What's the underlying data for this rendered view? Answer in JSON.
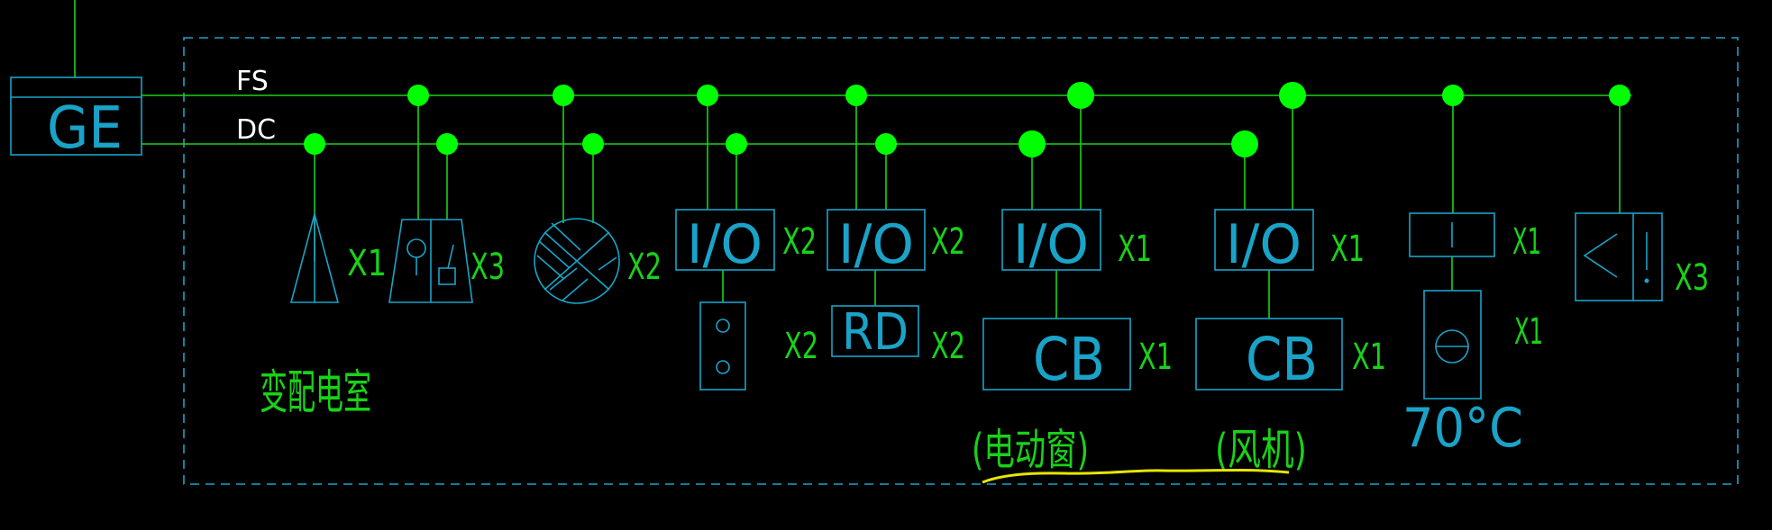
{
  "bus": {
    "fs_label": "FS",
    "dc_label": "DC"
  },
  "panel_label": "GE",
  "room_label": "变配电室",
  "devices": {
    "horn": {
      "count": "X1"
    },
    "manual_alarm": {
      "count": "X3"
    },
    "smoke_detector": {
      "count": "X2"
    },
    "io_module_1": {
      "label": "I/O",
      "count": "X2"
    },
    "button_box": {
      "count": "X2"
    },
    "io_module_2": {
      "label": "I/O",
      "count": "X2"
    },
    "rd_box": {
      "label": "RD",
      "count": "X2"
    },
    "io_module_3": {
      "label": "I/O",
      "count": "X1"
    },
    "cb_box_1": {
      "label": "CB",
      "count": "X1",
      "note": "(电动窗)"
    },
    "io_module_4": {
      "label": "I/O",
      "count": "X1"
    },
    "cb_box_2": {
      "label": "CB",
      "count": "X1",
      "note": "(风机)"
    },
    "input_module": {
      "label": "I",
      "count": "X1"
    },
    "fire_damper": {
      "count": "X1",
      "temp": "70°C"
    },
    "speaker_phone": {
      "count": "X3"
    }
  },
  "colors": {
    "line": "#19d219",
    "symbol": "#1aa3c8",
    "dot": "#00ff00",
    "underline": "#e6e600"
  }
}
